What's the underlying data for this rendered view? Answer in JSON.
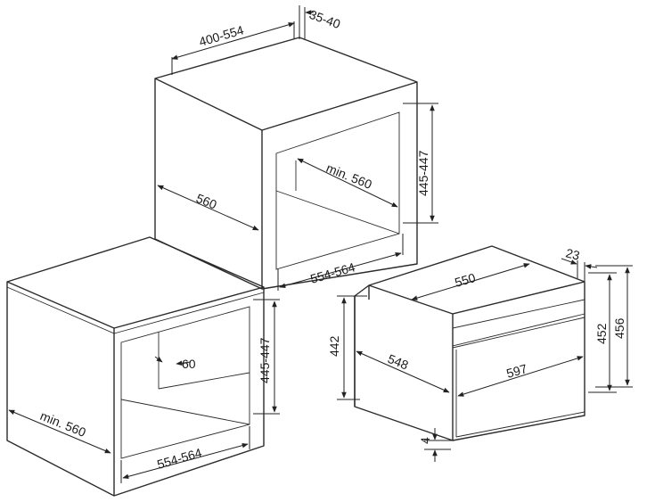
{
  "diagram": {
    "upper_cabinet": {
      "width_range": "400-554",
      "rear_gap": "35-40",
      "depth": "560",
      "opening_depth": "min. 560",
      "opening_height": "445-447",
      "opening_width": "554-564"
    },
    "lower_cabinet": {
      "depth": "min. 560",
      "recess": "60",
      "opening_height": "445-447",
      "opening_width": "554-564"
    },
    "appliance": {
      "body_width": "550",
      "front_offset": "23",
      "body_height": "442",
      "body_depth": "548",
      "front_width": "597",
      "front_height": "452",
      "total_height": "456",
      "bottom_gap": "4"
    }
  }
}
